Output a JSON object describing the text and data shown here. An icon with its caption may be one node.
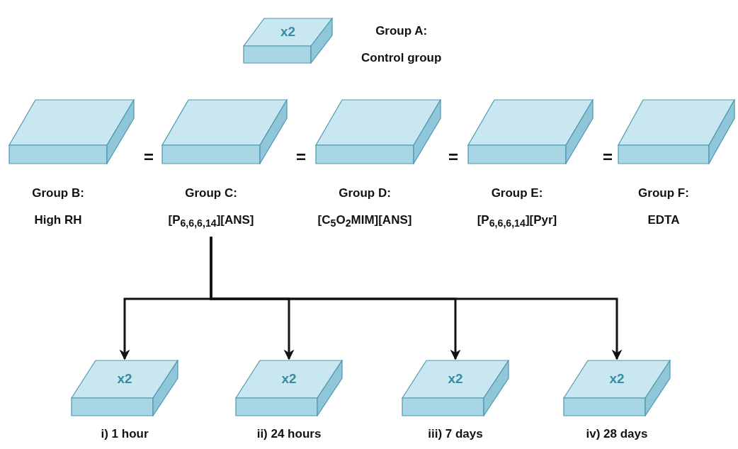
{
  "diagram": {
    "nodes": [
      {
        "text": [
          "x2"
        ],
        "beside": [
          "Group A:",
          "Control group"
        ]
      },
      {
        "text": [],
        "shape": "box",
        "beside": [
          "Group B:",
          "High RH"
        ]
      },
      {
        "text": [],
        "shape": "box",
        "beside": [
          "Group C:",
          "[P$_{6,6,6,14}$][ANS]"
        ]
      },
      {
        "text": [],
        "shape": "box",
        "beside": [
          "Group D:",
          "[C$_{5}$O$_{2}$MIM][ANS]"
        ]
      },
      {
        "text": [],
        "shape": "box",
        "beside": [
          "Group E:",
          "[P$_{6,6,6,14}$][Pyr]"
        ]
      },
      {
        "text": [],
        "shape": "box",
        "beside": [
          "Group F:",
          "EDTA"
        ]
      },
      {
        "text": [
          "x2"
        ],
        "beside": [
          "i) 1 hour"
        ]
      },
      {
        "text": [
          "x2"
        ],
        "beside": [
          "ii) 24 hours"
        ]
      },
      {
        "text": [
          "x2"
        ],
        "beside": [
          "iii) 7 days"
        ]
      },
      {
        "text": [
          "x2"
        ],
        "beside": [
          "iv) 28 days"
        ]
      }
    ],
    "edges": [
      {
        "from": 2,
        "to": 6,
        "arrow": "to"
      },
      {
        "from": 2,
        "to": 7,
        "arrow": "to"
      },
      {
        "from": 2,
        "to": 8,
        "arrow": "to"
      },
      {
        "from": 2,
        "to": 9,
        "arrow": "to"
      }
    ],
    "labels": [
      "=",
      "=",
      "=",
      "="
    ]
  }
}
